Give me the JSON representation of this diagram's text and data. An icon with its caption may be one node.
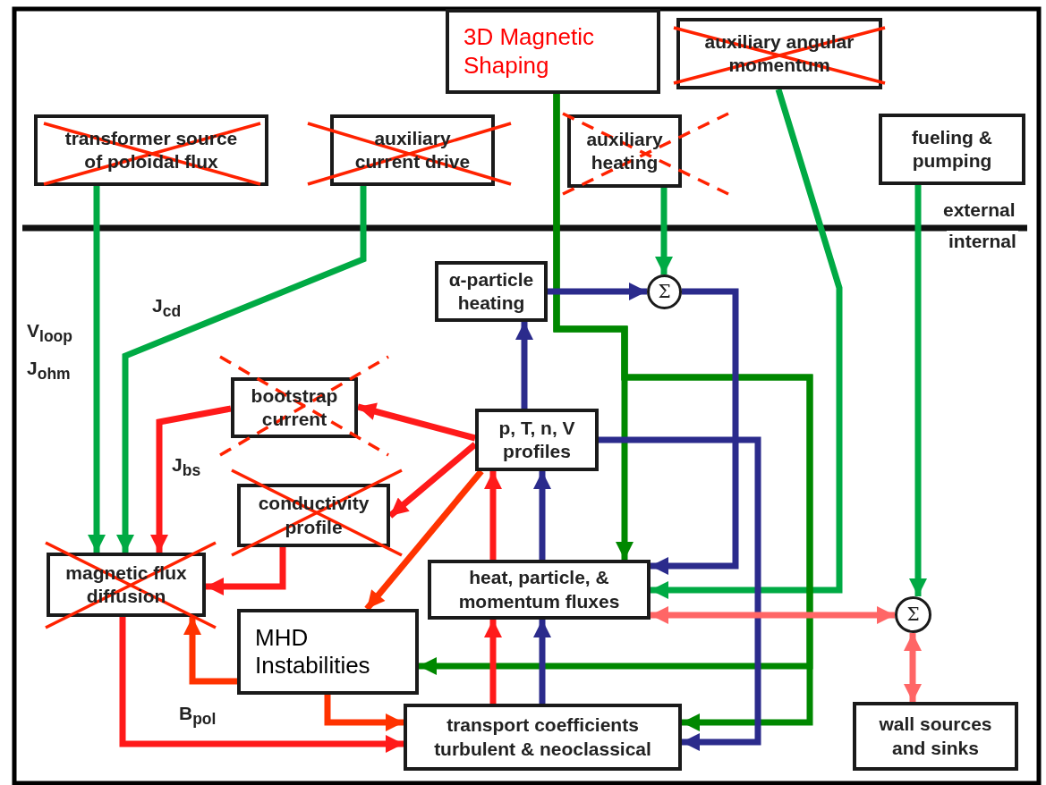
{
  "diagram": {
    "nodes": [
      {
        "text": [
          "3D Magnetic Shaping"
        ]
      },
      {
        "text": [
          "auxiliary angular momentum"
        ]
      },
      {
        "text": [
          "transformer source of poloidal flux"
        ]
      },
      {
        "text": [
          "auxiliary current drive"
        ]
      },
      {
        "text": [
          "auxiliary heating"
        ]
      },
      {
        "text": [
          "fueling & pumping"
        ]
      },
      {
        "text": [
          "α-particle heating"
        ]
      },
      {
        "text": [
          "Σ"
        ]
      },
      {
        "text": [
          "bootstrap current"
        ]
      },
      {
        "text": [
          "p, T, n, V profiles"
        ]
      },
      {
        "text": [
          "conductivity profile"
        ]
      },
      {
        "text": [
          "magnetic flux diffusion"
        ]
      },
      {
        "text": [
          "heat, particle, & momentum fluxes"
        ]
      },
      {
        "text": [
          "MHD Instabilities"
        ]
      },
      {
        "text": [
          "Σ"
        ]
      },
      {
        "text": [
          "transport coefficients turbulent & neoclassical"
        ]
      },
      {
        "text": [
          "wall sources and sinks"
        ]
      }
    ],
    "edges": [
      {
        "from": 2,
        "to": 11,
        "arrow": "to",
        "color": "#00aa44"
      },
      {
        "from": 3,
        "to": 11,
        "arrow": "to",
        "color": "#00aa44",
        "label": "J$_{cd}$"
      },
      {
        "from": 4,
        "to": 7,
        "arrow": "to",
        "color": "#00aa44"
      },
      {
        "from": 1,
        "to": 12,
        "arrow": "to",
        "color": "#00aa44"
      },
      {
        "from": 5,
        "to": 14,
        "arrow": "to",
        "color": "#00aa44"
      },
      {
        "from": 0,
        "to": 12,
        "arrow": "to",
        "color": "#008800"
      },
      {
        "from": 0,
        "to": 15,
        "arrow": "to",
        "color": "#008800"
      },
      {
        "from": 0,
        "to": 13,
        "arrow": "to",
        "color": "#008800"
      },
      {
        "from": 6,
        "to": 7,
        "arrow": "to",
        "color": "#2b2b8c"
      },
      {
        "from": 7,
        "to": 12,
        "arrow": "to",
        "color": "#2b2b8c"
      },
      {
        "from": 9,
        "to": 6,
        "arrow": "to",
        "color": "#2b2b8c"
      },
      {
        "from": 9,
        "to": 15,
        "arrow": "to",
        "color": "#2b2b8c"
      },
      {
        "from": 12,
        "to": 9,
        "arrow": "to",
        "color": "#2b2b8c"
      },
      {
        "from": 15,
        "to": 12,
        "arrow": "to",
        "color": "#2b2b8c"
      },
      {
        "from": 12,
        "to": 9,
        "arrow": "to",
        "color": "#ff1a1a"
      },
      {
        "from": 15,
        "to": 12,
        "arrow": "to",
        "color": "#ff1a1a"
      },
      {
        "from": 9,
        "to": 8,
        "arrow": "to",
        "color": "#ff1a1a"
      },
      {
        "from": 9,
        "to": 10,
        "arrow": "to",
        "color": "#ff1a1a"
      },
      {
        "from": 9,
        "to": 13,
        "arrow": "to",
        "color": "#ff3300"
      },
      {
        "from": 8,
        "to": 11,
        "arrow": "to",
        "color": "#ff1a1a",
        "label": "J$_{bs}$"
      },
      {
        "from": 10,
        "to": 11,
        "arrow": "to",
        "color": "#ff1a1a"
      },
      {
        "from": 13,
        "to": 11,
        "arrow": "to",
        "color": "#ff3300"
      },
      {
        "from": 11,
        "to": 15,
        "arrow": "to",
        "color": "#ff1a1a",
        "label": "B$_{pol}$"
      },
      {
        "from": 13,
        "to": 15,
        "arrow": "to",
        "color": "#ff3300"
      },
      {
        "from": 12,
        "to": 14,
        "arrow": "both",
        "color": "#ff6666"
      },
      {
        "from": 14,
        "to": 16,
        "arrow": "both",
        "color": "#ff6666"
      }
    ],
    "labels": [
      "external",
      "internal",
      "V$_{loop}$",
      "J$_{ohm}$"
    ]
  }
}
